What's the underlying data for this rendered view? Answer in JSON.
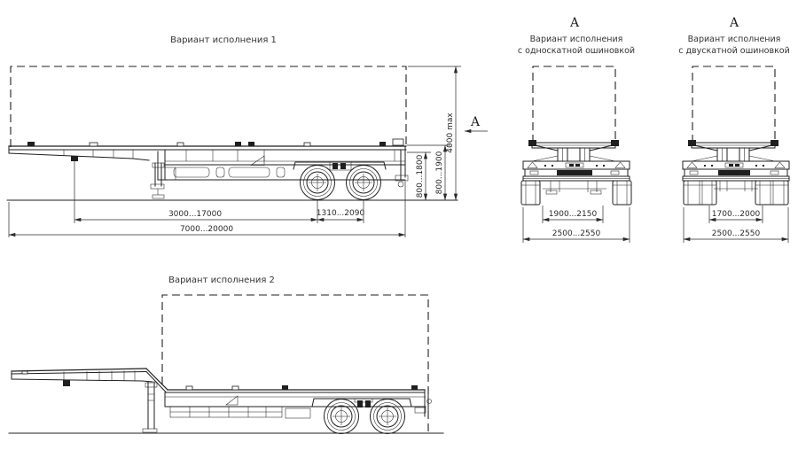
{
  "meta": {
    "background": "#ffffff",
    "line_color": "#1f1f1f",
    "text_color": "#2a2a2a"
  },
  "variant1": {
    "title": "Вариант исполнения 1",
    "section_label": "А",
    "dim_kingpin_to_bogie": "3000...17000",
    "dim_axle_spacing": "1310...2090",
    "dim_overall_length": "7000...20000",
    "dim_height_rear_frame": "800...1800",
    "dim_height_deck": "800...1900",
    "dim_max_height": "4000 max"
  },
  "variant2": {
    "title": "Вариант исполнения 2"
  },
  "rear_view_single": {
    "section_label": "А",
    "caption_line1": "Вариант исполнения",
    "caption_line2": "с односкатной ошиновкой",
    "dim_track": "1900...2150",
    "dim_overall_width": "2500...2550"
  },
  "rear_view_dual": {
    "section_label": "А",
    "caption_line1": "Вариант исполнения",
    "caption_line2": "с двускатной ошиновкой",
    "dim_track": "1700...2000",
    "dim_overall_width": "2500...2550"
  }
}
